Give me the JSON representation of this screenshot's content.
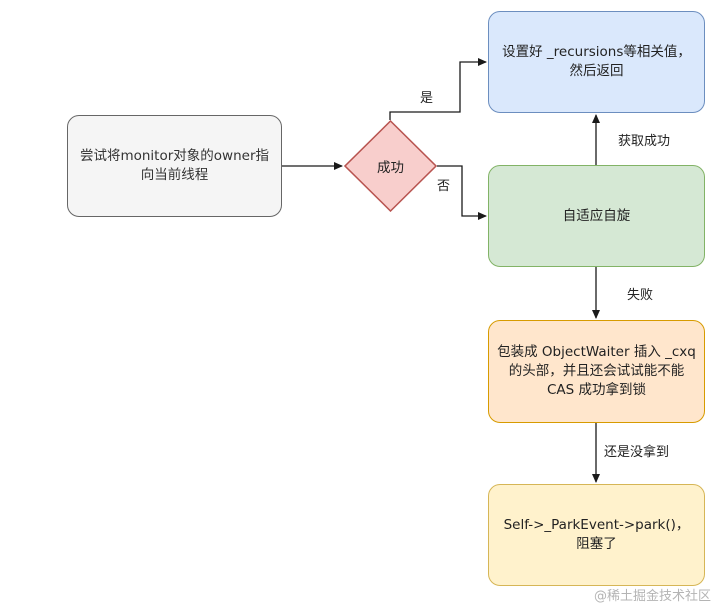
{
  "nodes": {
    "try_owner": "尝试将monitor对象的owner指向当前线程",
    "decision": "成功",
    "setup_recursions": "设置好 _recursions等相关值，然后返回",
    "adaptive_spin": "自适应自旋",
    "wrap_waiter": "包装成 ObjectWaiter 插入 _cxq 的头部，并且还会试试能不能CAS 成功拿到锁",
    "park": "Self->_ParkEvent->park()，阻塞了"
  },
  "edges": {
    "yes": "是",
    "no": "否",
    "acquired": "获取成功",
    "failed": "失败",
    "still_not_acquired": "还是没拿到"
  },
  "watermark": "@稀土掘金技术社区",
  "colors": {
    "try_fill": "#f5f5f5",
    "try_stroke": "#666666",
    "decision_fill": "#f8cecc",
    "decision_stroke": "#b85450",
    "setup_fill": "#dae8fc",
    "setup_stroke": "#6c8ebf",
    "spin_fill": "#d5e8d4",
    "spin_stroke": "#82b366",
    "wrap_fill": "#ffe6cc",
    "wrap_stroke": "#d79b00",
    "park_fill": "#fff2cc",
    "park_stroke": "#d6b656",
    "arrow": "#1a1a1a"
  }
}
